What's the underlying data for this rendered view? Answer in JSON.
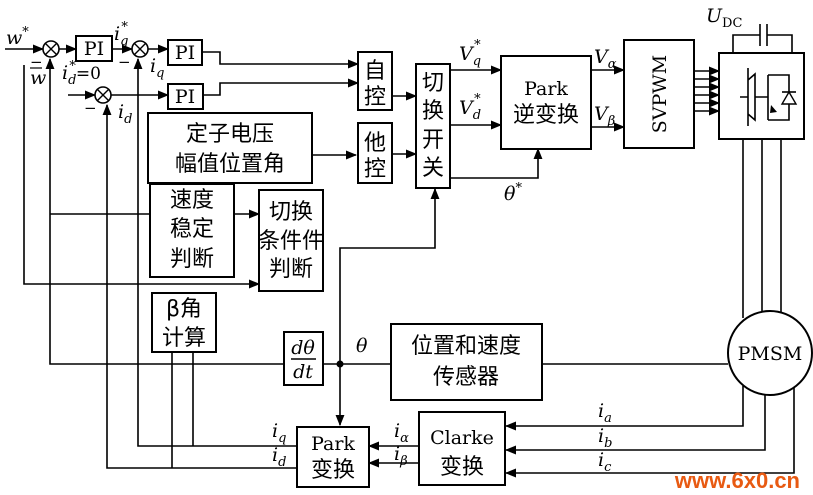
{
  "blocks": {
    "pi1": "PI",
    "pi2": "PI",
    "pi3": "PI",
    "auto_ctrl": [
      "自",
      "控"
    ],
    "other_ctrl": [
      "他",
      "控"
    ],
    "switch": [
      "切",
      "换",
      "开",
      "关"
    ],
    "park_inv": [
      "Park",
      "逆变换"
    ],
    "svpwm": "SVPWM",
    "stator_voltage": [
      "定子电压",
      "幅值位置角"
    ],
    "speed_stable": [
      "速度",
      "稳定",
      "判断"
    ],
    "switch_cond": [
      "切换",
      "条件件",
      "判断"
    ],
    "beta_angle": [
      "β角",
      "计算"
    ],
    "ddt": [
      "dθ",
      "dt"
    ],
    "pos_speed_sensor": [
      "位置和速度",
      "传感器"
    ],
    "pmsm": "PMSM",
    "clarke": [
      "Clarke",
      "变换"
    ],
    "park": [
      "Park",
      "变换"
    ]
  },
  "signals": {
    "w_ref": "w",
    "w_ref_sup": "*",
    "w_fb": "w",
    "iq_ref": "i",
    "iq_ref_sub": "q",
    "iq_ref_sup": "*",
    "iq": "i",
    "iq_sub": "q",
    "id_ref": "i",
    "id_ref_sub": "d",
    "id_ref_sup": "*",
    "id_ref_val": "=0",
    "id": "i",
    "id_sub": "d",
    "vq": "V",
    "vq_sub": "q",
    "vq_sup": "*",
    "vd": "V",
    "vd_sub": "d",
    "vd_sup": "*",
    "valpha": "V",
    "valpha_sub": "α",
    "vbeta": "V",
    "vbeta_sub": "β",
    "theta_ref": "θ",
    "theta_ref_sup": "*",
    "theta": "θ",
    "udc": "U",
    "udc_sub": "DC",
    "ia": "i",
    "ia_sub": "a",
    "ib": "i",
    "ib_sub": "b",
    "ic": "i",
    "ic_sub": "c",
    "ialpha": "i",
    "ialpha_sub": "α",
    "ibeta": "i",
    "ibeta_sub": "β",
    "park_iq": "i",
    "park_iq_sub": "q",
    "park_id": "i",
    "park_id_sub": "d",
    "minus": "−"
  },
  "watermark": "www.6x0.cn",
  "colors": {
    "line": "#000000",
    "watermark": "#e85a12"
  }
}
